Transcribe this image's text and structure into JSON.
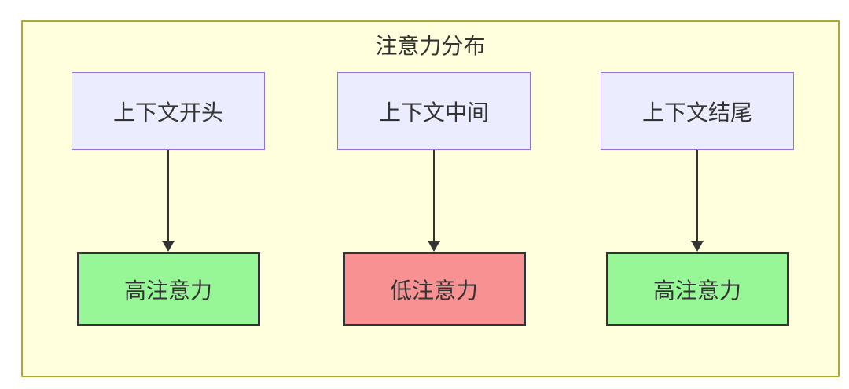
{
  "diagram": {
    "title": "注意力分布",
    "columns": [
      {
        "source": "上下文开头",
        "target": "高注意力",
        "target_level": "high"
      },
      {
        "source": "上下文中间",
        "target": "低注意力",
        "target_level": "low"
      },
      {
        "source": "上下文结尾",
        "target": "高注意力",
        "target_level": "high"
      }
    ],
    "colors": {
      "cluster_fill": "#ffffde",
      "cluster_border": "#aaaa33",
      "source_fill": "#ECECFF",
      "source_border": "#9370DB",
      "high_fill": "#97f797",
      "low_fill": "#f89191",
      "target_border": "#333333",
      "edge": "#333333",
      "text": "#333333"
    }
  }
}
